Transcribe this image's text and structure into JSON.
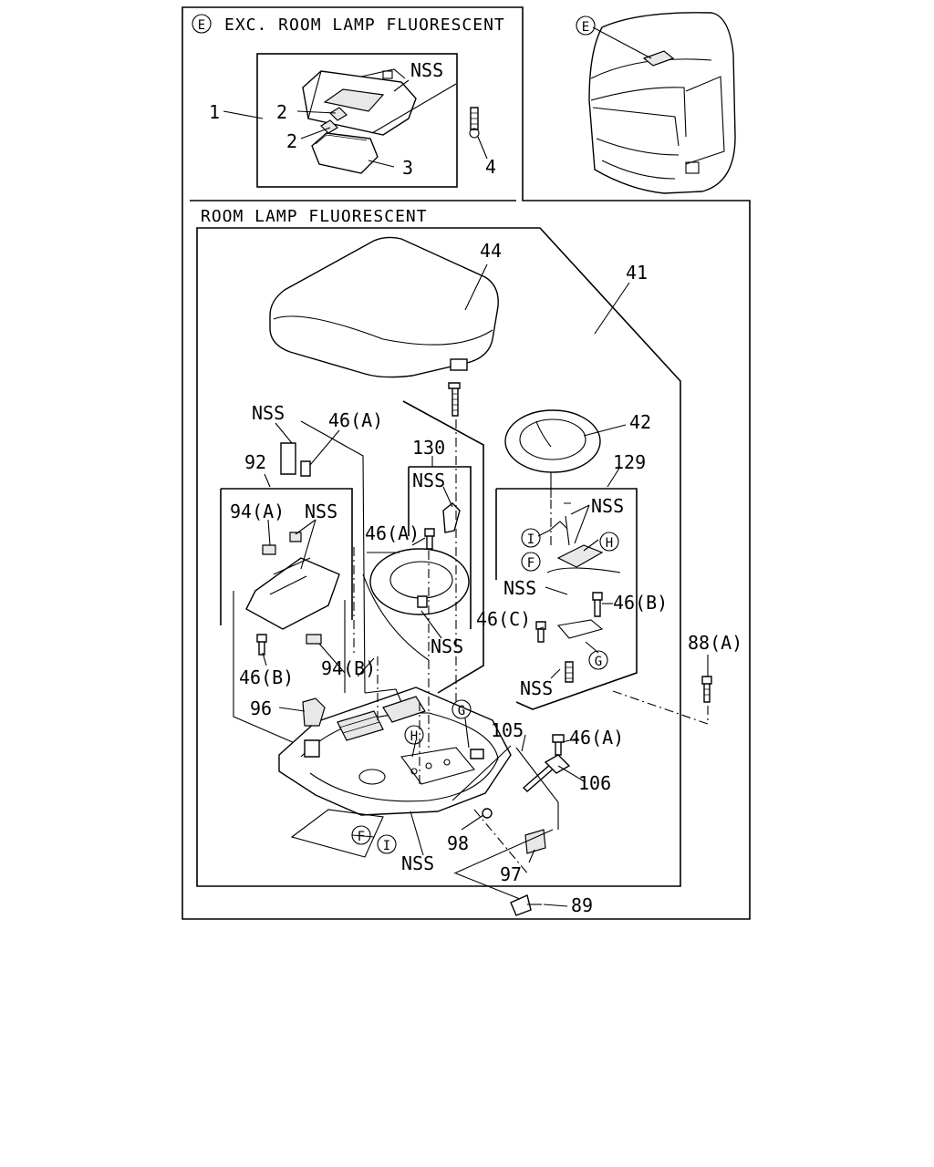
{
  "sections": {
    "exc": {
      "marker": "E",
      "title": "EXC. ROOM LAMP FLUORESCENT"
    },
    "main": {
      "title": "ROOM LAMP FLUORESCENT"
    },
    "cab_marker": "E"
  },
  "callouts": {
    "p1": "1",
    "p2a": "2",
    "p2b": "2",
    "p3": "3",
    "p4": "4",
    "nss_top": "NSS",
    "p44": "44",
    "p41": "41",
    "p42": "42",
    "p129": "129",
    "p130": "130",
    "p92": "92",
    "nss_a": "NSS",
    "p46a_1": "46(A)",
    "p94a": "94(A)",
    "nss_b": "NSS",
    "p46a_2": "46(A)",
    "nss_c": "NSS",
    "nss_d": "NSS",
    "nss_e": "NSS",
    "nss_f": "NSS",
    "p46b_1": "46(B)",
    "p46c": "46(C)",
    "p46b_2": "46(B)",
    "nss_g": "NSS",
    "p94b": "94(B)",
    "p96": "96",
    "p88a": "88(A)",
    "p105": "105",
    "p46a_3": "46(A)",
    "p106": "106",
    "p98": "98",
    "nss_h": "NSS",
    "p97": "97",
    "p89": "89"
  },
  "markers": {
    "I_1": "I",
    "F_1": "F",
    "H_1": "H",
    "G_1": "G",
    "G_2": "G",
    "H_2": "H",
    "F_2": "F",
    "I_2": "I"
  }
}
